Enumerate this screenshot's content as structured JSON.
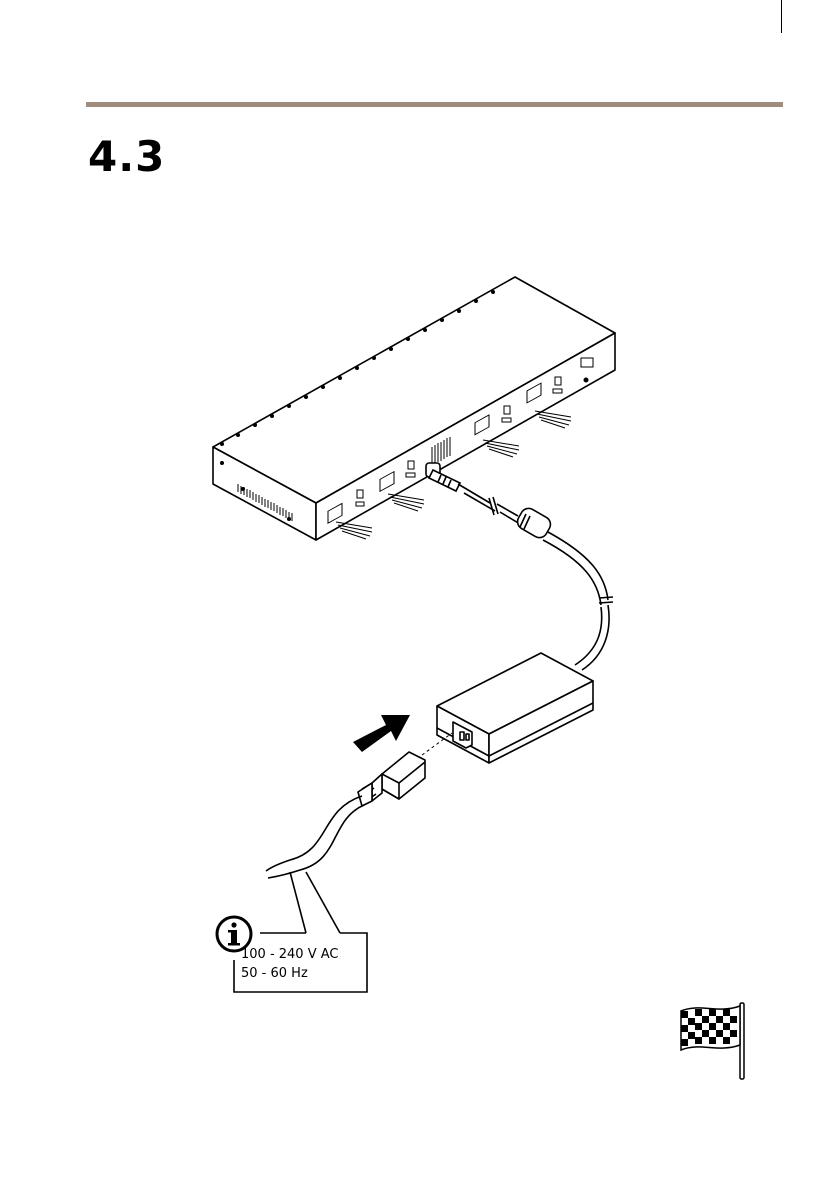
{
  "section": {
    "number": "4.3"
  },
  "callout": {
    "voltage": "100 - 240 V AC",
    "frequency": "50 - 60 Hz"
  },
  "icons": {
    "info": "info-icon",
    "finish": "checkered-flag-icon",
    "arrow": "insert-arrow-icon"
  }
}
